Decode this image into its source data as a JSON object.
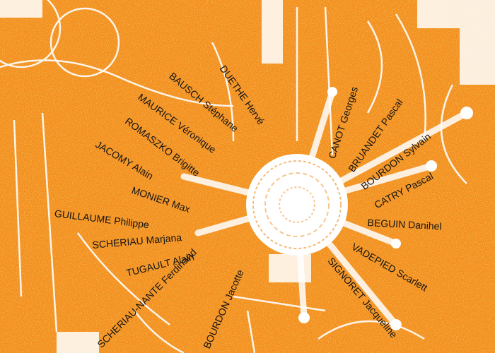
{
  "colors": {
    "background": "#ffffff",
    "artwork": "#f28c1c",
    "text": "#141414"
  },
  "names": [
    "DUETHE Hervé",
    "BAUSCH Stéphane",
    "MAURICE Véronique",
    "ROMASZKO Brigitte",
    "JACOMY Alain",
    "MONIER Max",
    "GUILLAUME Philippe",
    "SCHERIAU Marjana",
    "TUGAULT Alain",
    "SCHERIAU-NANTE Ferdinand",
    "BOURDON Jacotte",
    "CANOT Georges",
    "BRUANDET Pascal",
    "BOURDON Sylvain",
    "CATRY Pascal",
    "BEGUIN Danihel",
    "VADEPIED Scarlett",
    "SIGNORET Jacqueline"
  ]
}
